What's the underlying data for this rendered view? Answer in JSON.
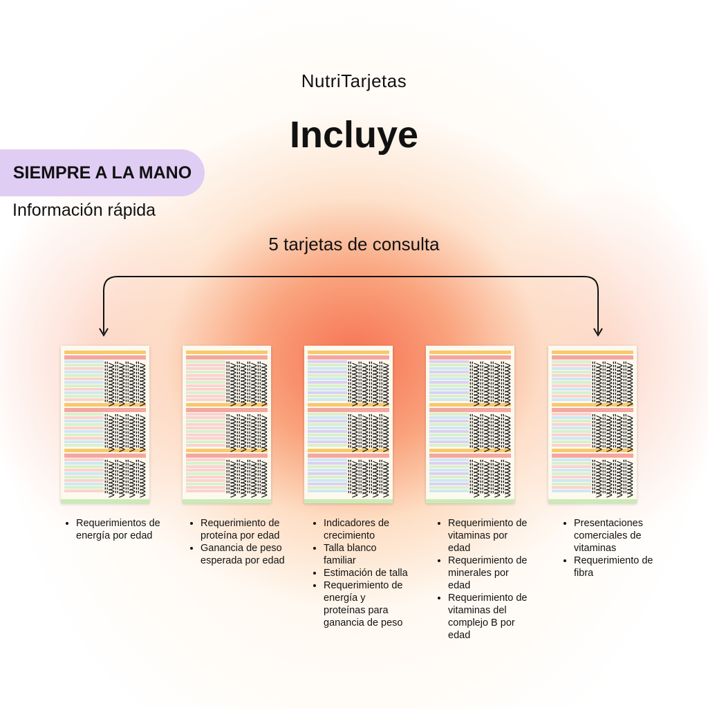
{
  "brand": "NutriTarjetas",
  "title": "Incluye",
  "pill": {
    "label": "SIEMPRE A LA MANO",
    "subtitle": "Información rápida"
  },
  "subtitle": "5 tarjetas de consulta",
  "colors": {
    "pill_bg": "#e0cdf4",
    "card_header_yellow": "#f8c86a",
    "card_header_pink": "#f4a7a0",
    "card_row_green": "#d8f0cc",
    "card_row_pink": "#f9d3d0",
    "card_row_blue": "#cfe7f3",
    "card_row_purple": "#dcd0f2"
  },
  "cards": [
    {
      "name": "card-1",
      "bullets": [
        "Requerimientos de energía por edad"
      ]
    },
    {
      "name": "card-2",
      "bullets": [
        "Requerimiento de proteína por edad",
        "Ganancia de peso esperada por edad"
      ]
    },
    {
      "name": "card-3",
      "bullets": [
        "Indicadores de crecimiento",
        "Talla blanco familiar",
        "Estimación de talla",
        "Requerimiento de energía y proteínas para ganancia de peso"
      ]
    },
    {
      "name": "card-4",
      "bullets": [
        "Requerimiento de vitaminas por edad",
        "Requerimiento de minerales por edad",
        "Requerimiento de vitaminas del complejo B por edad"
      ]
    },
    {
      "name": "card-5",
      "bullets": [
        "Presentaciones comerciales de vitaminas",
        "Requerimiento de fibra"
      ]
    }
  ]
}
